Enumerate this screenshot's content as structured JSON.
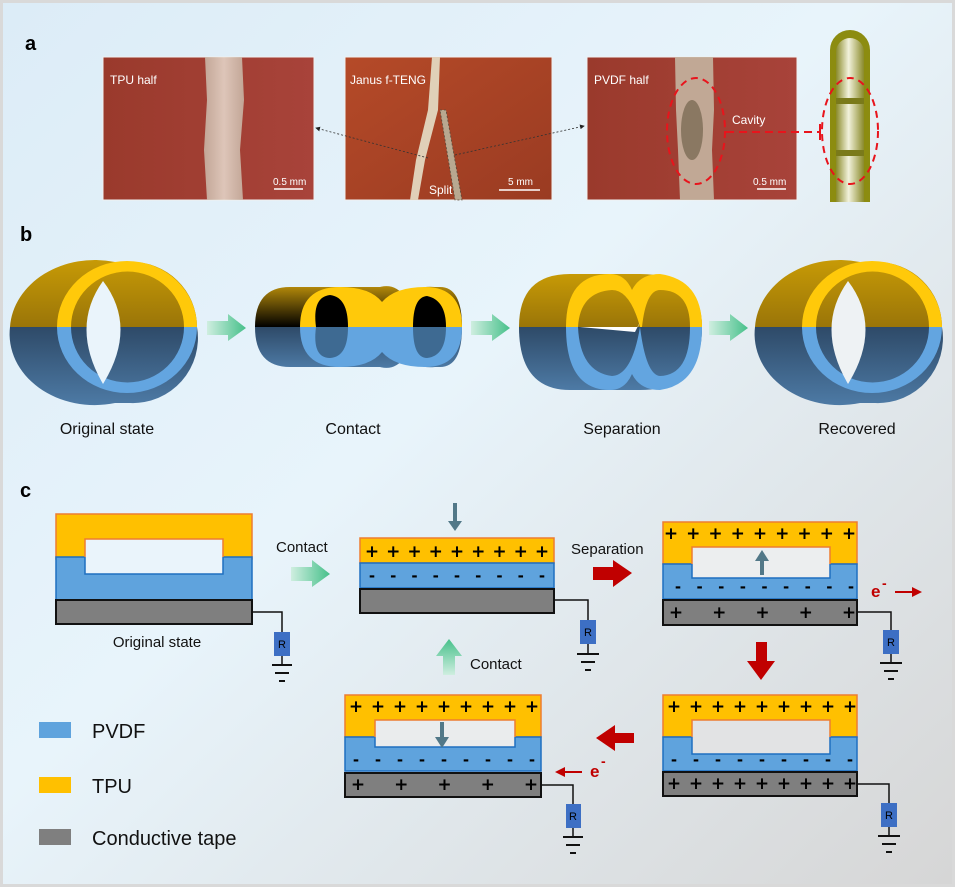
{
  "panels": {
    "a": {
      "label": "a",
      "photos": [
        {
          "title": "TPU half",
          "scale": "0.5 mm"
        },
        {
          "title": "Janus f-TENG",
          "annotation": "Split",
          "scale": "5 mm"
        },
        {
          "title": "PVDF half",
          "annotation": "Cavity",
          "scale": "0.5 mm"
        }
      ]
    },
    "b": {
      "label": "b",
      "states": [
        "Original state",
        "Contact",
        "Separation",
        "Recovered"
      ]
    },
    "c": {
      "label": "c",
      "original_caption": "Original state",
      "arrow_contact_1": "Contact",
      "arrow_separation": "Separation",
      "arrow_contact_2": "Contact",
      "resistor": "R",
      "electron": "e",
      "electron_sup": "-",
      "plus": "+",
      "minus": "-",
      "legend": [
        {
          "label": "PVDF",
          "color": "#5fa3dd"
        },
        {
          "label": "TPU",
          "color": "#ffc000"
        },
        {
          "label": "Conductive tape",
          "color": "#7f7f7f"
        }
      ]
    }
  },
  "colors": {
    "tpu": "#ffc000",
    "tpu_border": "#ed7d31",
    "pvdf": "#5fa3dd",
    "pvdf_border": "#1f6fc0",
    "tape": "#7f7f7f",
    "resistor": "#3d6fc4",
    "red_arrow": "#c00000",
    "green_arrow": "#5fd0a0",
    "cavity_dash": "#e8141c"
  }
}
